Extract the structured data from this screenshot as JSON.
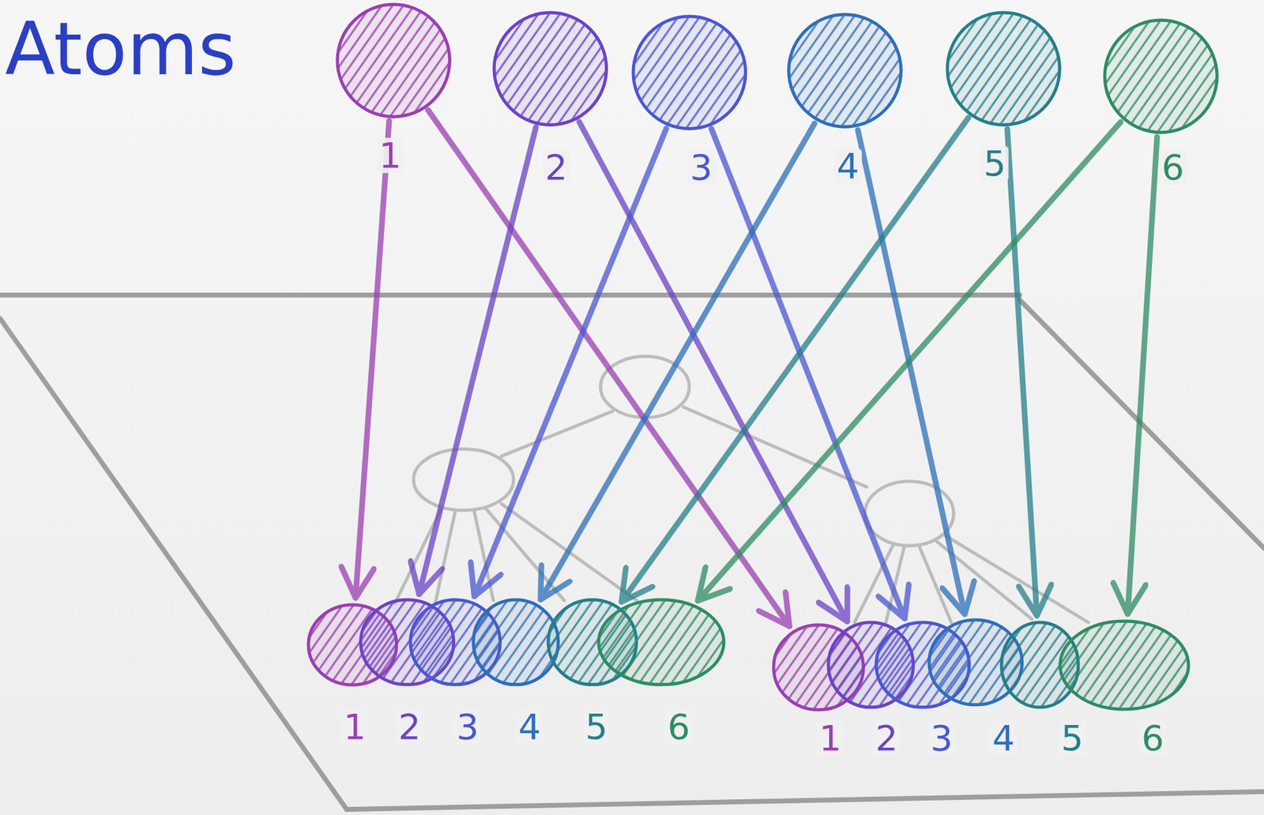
{
  "diagram": {
    "title": "Atoms",
    "nodes": [
      {
        "text": [
          "1"
        ]
      },
      {
        "text": [
          "2"
        ]
      },
      {
        "text": [
          "3"
        ]
      },
      {
        "text": [
          "4"
        ]
      },
      {
        "text": [
          "5"
        ]
      },
      {
        "text": [
          "6"
        ]
      },
      {
        "text": [
          "1"
        ]
      },
      {
        "text": [
          "2"
        ]
      },
      {
        "text": [
          "3"
        ]
      },
      {
        "text": [
          "4"
        ]
      },
      {
        "text": [
          "5"
        ]
      },
      {
        "text": [
          "6"
        ]
      },
      {
        "text": [
          "1"
        ]
      },
      {
        "text": [
          "2"
        ]
      },
      {
        "text": [
          "3"
        ]
      },
      {
        "text": [
          "4"
        ]
      },
      {
        "text": [
          "5"
        ]
      },
      {
        "text": [
          "6"
        ]
      }
    ],
    "edges": [
      {
        "from": 0,
        "to": 6,
        "arrow": "to"
      },
      {
        "from": 0,
        "to": 12,
        "arrow": "to"
      },
      {
        "from": 1,
        "to": 7,
        "arrow": "to"
      },
      {
        "from": 1,
        "to": 13,
        "arrow": "to"
      },
      {
        "from": 2,
        "to": 8,
        "arrow": "to"
      },
      {
        "from": 2,
        "to": 14,
        "arrow": "to"
      },
      {
        "from": 3,
        "to": 9,
        "arrow": "to"
      },
      {
        "from": 3,
        "to": 15,
        "arrow": "to"
      },
      {
        "from": 4,
        "to": 10,
        "arrow": "to"
      },
      {
        "from": 4,
        "to": 16,
        "arrow": "to"
      },
      {
        "from": 5,
        "to": 11,
        "arrow": "to"
      },
      {
        "from": 5,
        "to": 17,
        "arrow": "to"
      }
    ]
  }
}
